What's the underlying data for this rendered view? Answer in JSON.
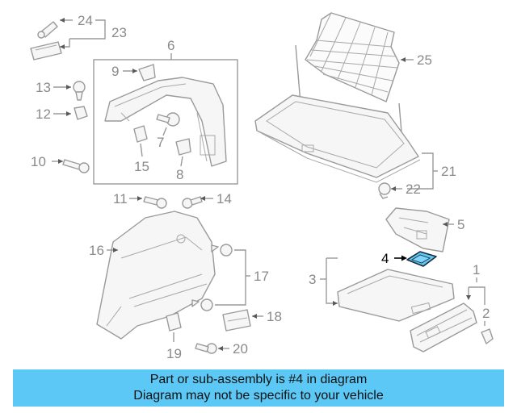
{
  "callouts": {
    "c1": "1",
    "c2": "2",
    "c3": "3",
    "c4": "4",
    "c5": "5",
    "c6": "6",
    "c7": "7",
    "c8": "8",
    "c9": "9",
    "c10": "10",
    "c11": "11",
    "c12": "12",
    "c13": "13",
    "c14": "14",
    "c15": "15",
    "c16": "16",
    "c17": "17",
    "c18": "18",
    "c19": "19",
    "c20": "20",
    "c21": "21",
    "c22": "22",
    "c23": "23",
    "c24": "24",
    "c25": "25"
  },
  "highlighted_part": "4",
  "colors": {
    "highlight": "#5bc8f5",
    "lines": "#9a9a9a",
    "banner": "#5bc8f5"
  },
  "banner": {
    "line1": "Part or sub-assembly is #4 in diagram",
    "line2": "Diagram may not be specific to your vehicle"
  }
}
